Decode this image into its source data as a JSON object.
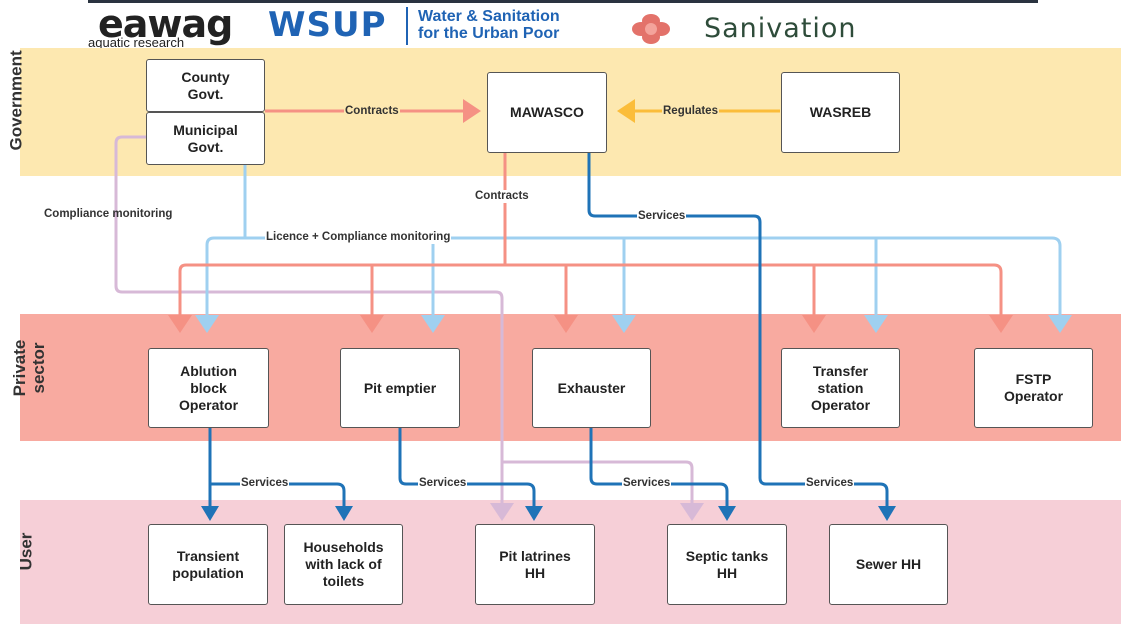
{
  "header": {
    "eawag": "eawag",
    "eawag_sub": "aquatic research",
    "wsup": "WSUP",
    "wsup_tagline": "Water & Sanitation\nfor the Urban Poor",
    "sanivation": "Sanivation"
  },
  "bands": {
    "government": "Government",
    "private": "Private\nsector",
    "user": "User"
  },
  "nodes": {
    "county": "County\nGovt.",
    "municipal": "Municipal\nGovt.",
    "mawasco": "MAWASCO",
    "wasreb": "WASREB",
    "ablution": "Ablution\nblock\nOperator",
    "pit_emptier": "Pit emptier",
    "exhauster": "Exhauster",
    "transfer": "Transfer\nstation\nOperator",
    "fstp": "FSTP\nOperator",
    "transient": "Transient\npopulation",
    "households": "Households\nwith lack of\ntoilets",
    "pit_latrines": "Pit latrines\nHH",
    "septic": "Septic tanks\nHH",
    "sewer": "Sewer HH"
  },
  "edge_labels": {
    "contracts_top": "Contracts",
    "regulates": "Regulates",
    "compliance": "Compliance monitoring",
    "contracts_mid": "Contracts",
    "services_top": "Services",
    "licence": "Licence + Compliance monitoring",
    "services_ablution": "Services",
    "services_pit": "Services",
    "services_exhauster": "Services",
    "services_sewer": "Services"
  },
  "colors": {
    "contracts": "#f59184",
    "licence": "#9fd0f0",
    "regulates": "#fbbd3a",
    "services": "#1f73b7",
    "compliance": "#d7b9d7",
    "government_band": "#fde8b0",
    "private_band": "#f8aaa0",
    "user_band": "#f6cfd7"
  }
}
